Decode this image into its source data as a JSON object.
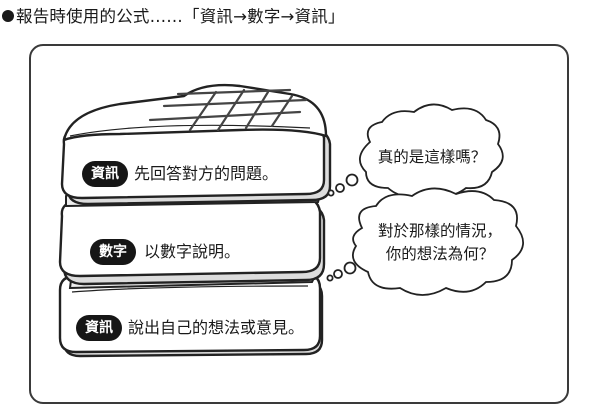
{
  "heading": "報告時使用的公式……「資訊→數字→資訊」",
  "layers": [
    {
      "tag": "資訊",
      "text": "先回答對方的問題。"
    },
    {
      "tag": "數字",
      "text": "以數字說明。"
    },
    {
      "tag": "資訊",
      "text": "說出自己的想法或意見。"
    }
  ],
  "bubbles": [
    {
      "line1": "真的是這樣嗎？",
      "line2": ""
    },
    {
      "line1": "對於那樣的情況，",
      "line2": "你的想法為何？"
    }
  ],
  "colors": {
    "ink": "#222222",
    "tag_bg": "#161616",
    "shade": "#dcdcdc",
    "paper": "#ffffff"
  }
}
